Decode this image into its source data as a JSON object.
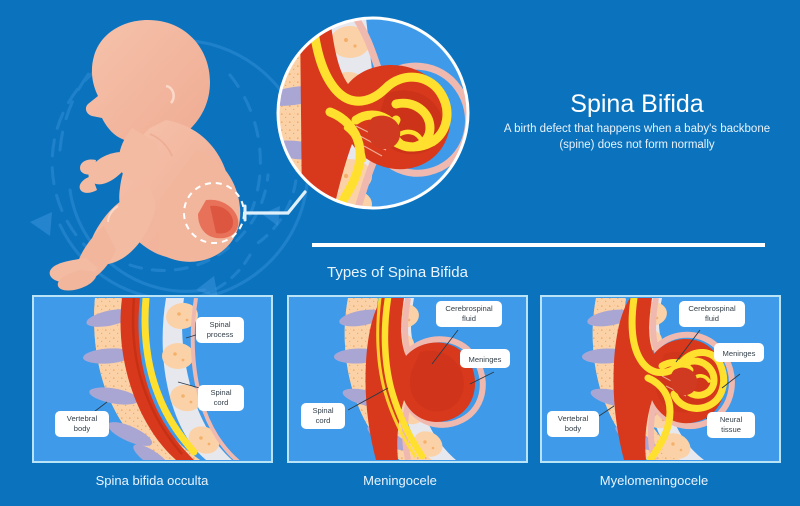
{
  "page": {
    "background_color": "#0b73be",
    "panel_color": "#3f9bea",
    "panel_border_color": "#b9e4f7",
    "accent_white": "#ffffff"
  },
  "header": {
    "title": "Spina Bifida",
    "subtitle_line1": "A birth defect that happens when a baby's backbone",
    "subtitle_line2": "(spine) does not form normally"
  },
  "section": {
    "heading": "Types of Spina Bifida",
    "divider": "horizontal-rule"
  },
  "hero": {
    "fetus_icon": "fetus-silhouette-icon",
    "fetus_color": "#f3b79e",
    "defect_marker_icon": "dashed-circle-highlight-icon",
    "defect_bump_color": "#e8694d",
    "connector_icon": "callout-connector-line",
    "magnifier_icon": "magnifier-circle-icon",
    "magnifier_border_color": "#ffffff",
    "decor_icon": "swirl-arrows-decoration"
  },
  "anatomy_colors": {
    "vertebra": "#fbd2a8",
    "vertebra_speckle": "#f4a85e",
    "disc": "#b0acd6",
    "canal_red": "#d8391c",
    "cord_yellow": "#ffe02e",
    "membrane_pink": "#f0b9b0",
    "soft_tissue": "#e9e9ee"
  },
  "panels": [
    {
      "id": "panel-occulta",
      "caption": "Spina bifida occulta",
      "labels": [
        {
          "id": "label-spinal-process",
          "line1": "Spinal",
          "line2": "process"
        },
        {
          "id": "label-spinal-cord",
          "line1": "Spinal",
          "line2": "cord"
        },
        {
          "id": "label-vertebral-body",
          "line1": "Vertebral",
          "line2": "body"
        }
      ]
    },
    {
      "id": "panel-meningocele",
      "caption": "Meningocele",
      "labels": [
        {
          "id": "label-cerebrospinal-fluid",
          "line1": "Cerebrospinal",
          "line2": "fluid"
        },
        {
          "id": "label-meninges",
          "line1": "Meninges",
          "line2": ""
        },
        {
          "id": "label-spinal-cord",
          "line1": "Spinal",
          "line2": "cord"
        }
      ]
    },
    {
      "id": "panel-myelomeningocele",
      "caption": "Myelomeningocele",
      "labels": [
        {
          "id": "label-cerebrospinal-fluid",
          "line1": "Cerebrospinal",
          "line2": "fluid"
        },
        {
          "id": "label-meninges",
          "line1": "Meninges",
          "line2": ""
        },
        {
          "id": "label-vertebral-body",
          "line1": "Vertebral",
          "line2": "body"
        },
        {
          "id": "label-neural-tissue",
          "line1": "Neural",
          "line2": "tissue"
        }
      ]
    }
  ]
}
